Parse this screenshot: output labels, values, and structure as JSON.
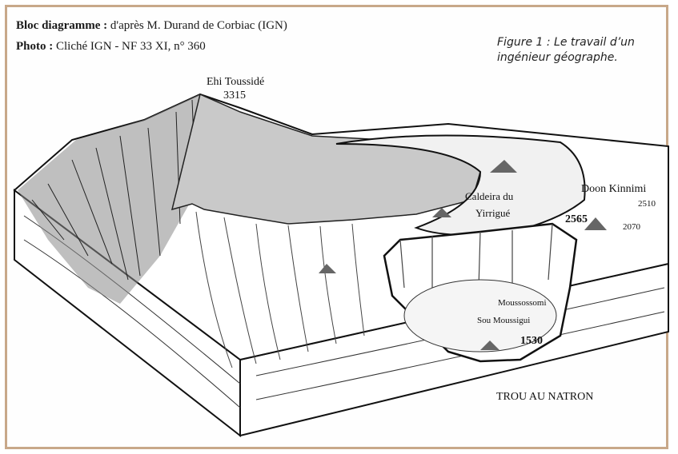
{
  "header": {
    "bloc_label": "Bloc diagramme :",
    "bloc_text": " d'après M. Durand de Corbiac (IGN)",
    "photo_label": "Photo :",
    "photo_text": " Cliché IGN - NF 33 XI, n° 360"
  },
  "caption": "Figure 1 : Le travail d’un ingénieur géographe.",
  "labels": {
    "peak_name": "Ehi Toussidé",
    "peak_alt": "3315",
    "caldeira_line1": "Caldeira du",
    "caldeira_line2": "Yirrigué",
    "alt_2565": "2565",
    "doon": "Doon Kinnimi",
    "alt_2510": "2510",
    "alt_2070": "2070",
    "moussossomi": "Moussossomi",
    "sou_moussigui": "Sou Moussigui",
    "alt_1530": "1530",
    "trou": "TROU AU NATRON"
  },
  "colors": {
    "border": "#c8a889",
    "plateau": "#c9c9c9",
    "ink": "#1a1a1a"
  }
}
